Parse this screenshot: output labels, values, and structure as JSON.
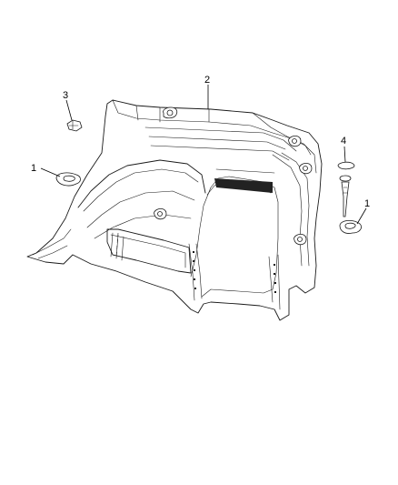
{
  "diagram": {
    "callouts": [
      {
        "id": "callout-1-left",
        "label": "1"
      },
      {
        "id": "callout-2",
        "label": "2"
      },
      {
        "id": "callout-3",
        "label": "3"
      },
      {
        "id": "callout-4",
        "label": "4"
      },
      {
        "id": "callout-1-right",
        "label": "1"
      }
    ],
    "parts": [
      {
        "label": "1",
        "name": "clip-bezel"
      },
      {
        "label": "2",
        "name": "quarter-trim-panel"
      },
      {
        "label": "3",
        "name": "retainer-clip"
      },
      {
        "label": "4",
        "name": "push-pin-fastener"
      }
    ],
    "colors": {
      "line": "#1a1a1a",
      "background": "#ffffff",
      "shading": "#222222"
    }
  }
}
